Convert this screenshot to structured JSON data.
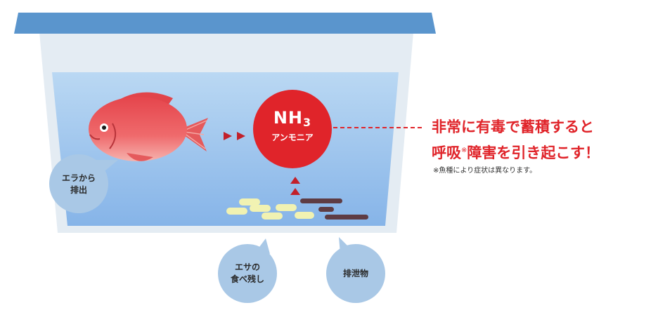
{
  "ammonia": {
    "formula_main": "NH",
    "formula_sub": "3",
    "name": "アンモニア"
  },
  "sources": {
    "gills": [
      "エラから",
      "排出"
    ],
    "leftover_food": [
      "エサの",
      "食べ残し"
    ],
    "excretion": "排泄物"
  },
  "warning": {
    "line1": "非常に有毒で蓄積すると",
    "line2_part1": "呼吸",
    "line2_mark": "※",
    "line2_part2": "障害を引き起こす！",
    "note": "※魚種により症状は異なります。"
  },
  "colors": {
    "lid": "#5a95cd",
    "water_top": "#b9d8f3",
    "water_bottom": "#8ab7e8",
    "circle": "#e0242a",
    "warning_text": "#e0242a",
    "bubble": "#a9c8e6",
    "food": "#f1f2b2",
    "waste": "#5e3c44",
    "fish": "#e84d51"
  }
}
